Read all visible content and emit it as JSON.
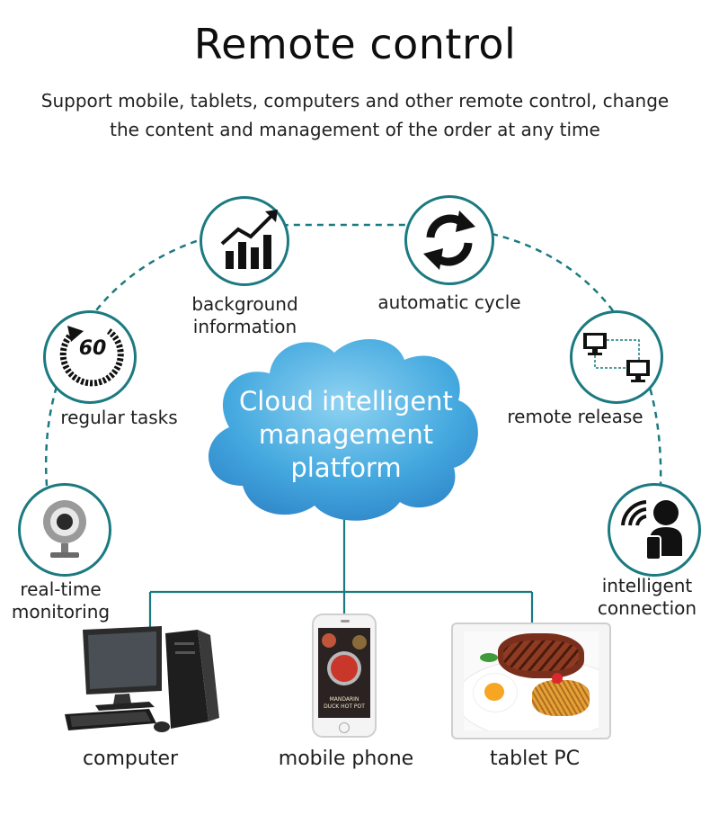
{
  "header": {
    "title": "Remote control",
    "subtitle_line1": "Support mobile, tablets, computers and other remote control, change",
    "subtitle_line2": "the content and management of the order at any time"
  },
  "cloud": {
    "line1": "Cloud intelligent",
    "line2": "management",
    "line3": "platform"
  },
  "features": {
    "background_information": {
      "line1": "background",
      "line2": "information",
      "icon": "bar-chart-growth-icon"
    },
    "automatic_cycle": {
      "label": "automatic cycle",
      "icon": "refresh-cycle-icon"
    },
    "regular_tasks": {
      "label": "regular tasks",
      "icon_text": "60",
      "icon": "timer-60-icon"
    },
    "remote_release": {
      "label": "remote release",
      "icon": "connected-monitors-icon"
    },
    "real_time_monitoring": {
      "line1": "real-time",
      "line2": "monitoring",
      "icon": "webcam-icon"
    },
    "intelligent_connection": {
      "line1": "intelligent",
      "line2": "connection",
      "icon": "wireless-user-icon"
    }
  },
  "devices": {
    "computer": {
      "label": "computer"
    },
    "mobile_phone": {
      "label": "mobile phone",
      "screen_text_1": "MANDARIN",
      "screen_text_2": "DUCK HOT POT"
    },
    "tablet_pc": {
      "label": "tablet PC"
    }
  },
  "colors": {
    "accent_teal": "#1b7a80",
    "cloud_blue": "#39a3dc",
    "cloud_light": "#7fcbef"
  }
}
